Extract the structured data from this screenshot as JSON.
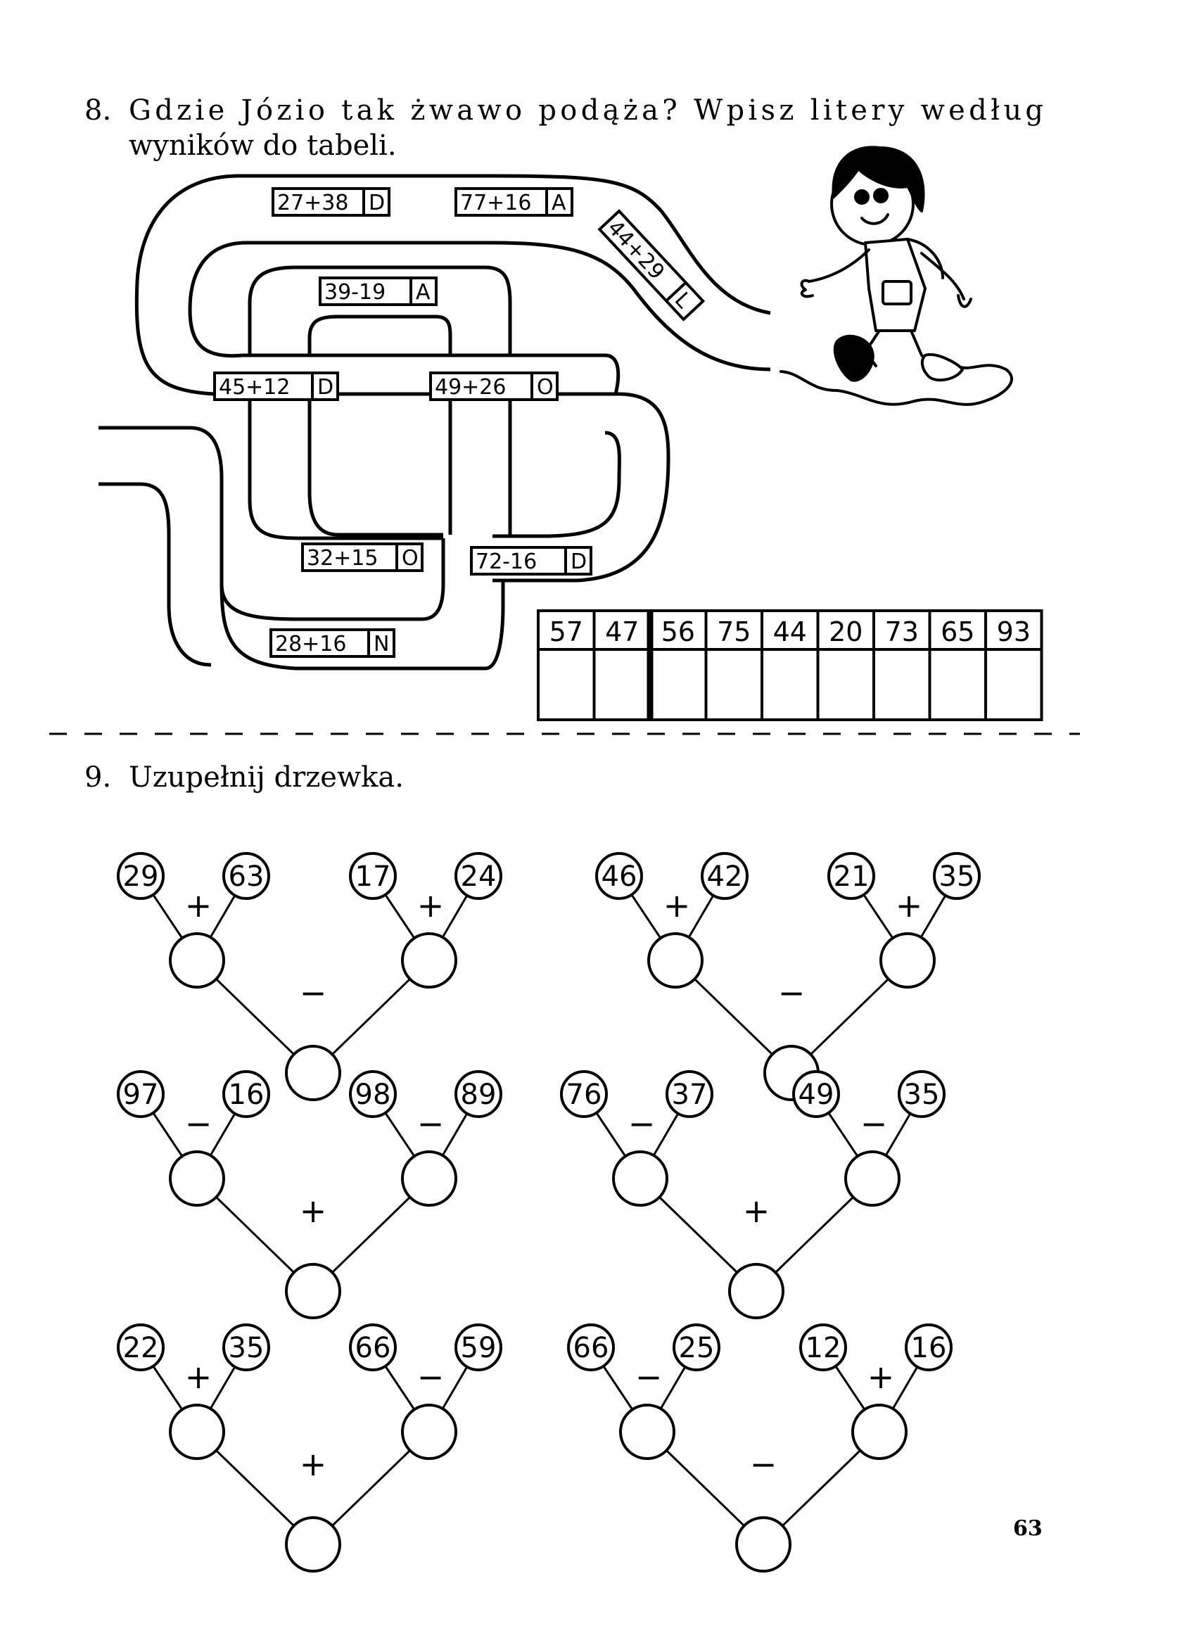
{
  "exercise8": {
    "number": "8.",
    "instruction_line1": "Gdzie Józio tak żwawo podąża? Wpisz litery według",
    "instruction_line2": "wyników do tabeli.",
    "road_cards": [
      {
        "expr": "27+38",
        "letter": "D"
      },
      {
        "expr": "77+16",
        "letter": "A"
      },
      {
        "expr": "44+29",
        "letter": "L"
      },
      {
        "expr": "39-19",
        "letter": "A"
      },
      {
        "expr": "45+12",
        "letter": "D"
      },
      {
        "expr": "49+26",
        "letter": "O"
      },
      {
        "expr": "32+15",
        "letter": "O"
      },
      {
        "expr": "72-16",
        "letter": "D"
      },
      {
        "expr": "28+16",
        "letter": "N"
      }
    ],
    "answer_table": {
      "results": [
        "57",
        "47",
        "56",
        "75",
        "44",
        "20",
        "73",
        "65",
        "93"
      ],
      "letters": [
        "",
        "",
        "",
        "",
        "",
        "",
        "",
        "",
        ""
      ]
    }
  },
  "exercise9": {
    "number": "9.",
    "instruction": "Uzupełnij drzewka.",
    "trees": [
      {
        "leaves": [
          "29",
          "63",
          "17",
          "24"
        ],
        "left_op": "+",
        "right_op": "+",
        "bottom_op": "−"
      },
      {
        "leaves": [
          "46",
          "42",
          "21",
          "35"
        ],
        "left_op": "+",
        "right_op": "+",
        "bottom_op": "−"
      },
      {
        "leaves": [
          "97",
          "16",
          "98",
          "89"
        ],
        "left_op": "−",
        "right_op": "−",
        "bottom_op": "+"
      },
      {
        "leaves": [
          "76",
          "37",
          "49",
          "35"
        ],
        "left_op": "−",
        "right_op": "−",
        "bottom_op": "+"
      },
      {
        "leaves": [
          "22",
          "35",
          "66",
          "59"
        ],
        "left_op": "+",
        "right_op": "−",
        "bottom_op": "+"
      },
      {
        "leaves": [
          "66",
          "25",
          "12",
          "16"
        ],
        "left_op": "−",
        "right_op": "+",
        "bottom_op": "−"
      }
    ]
  },
  "page_number": "63",
  "illustration": "boy-walking-icon"
}
